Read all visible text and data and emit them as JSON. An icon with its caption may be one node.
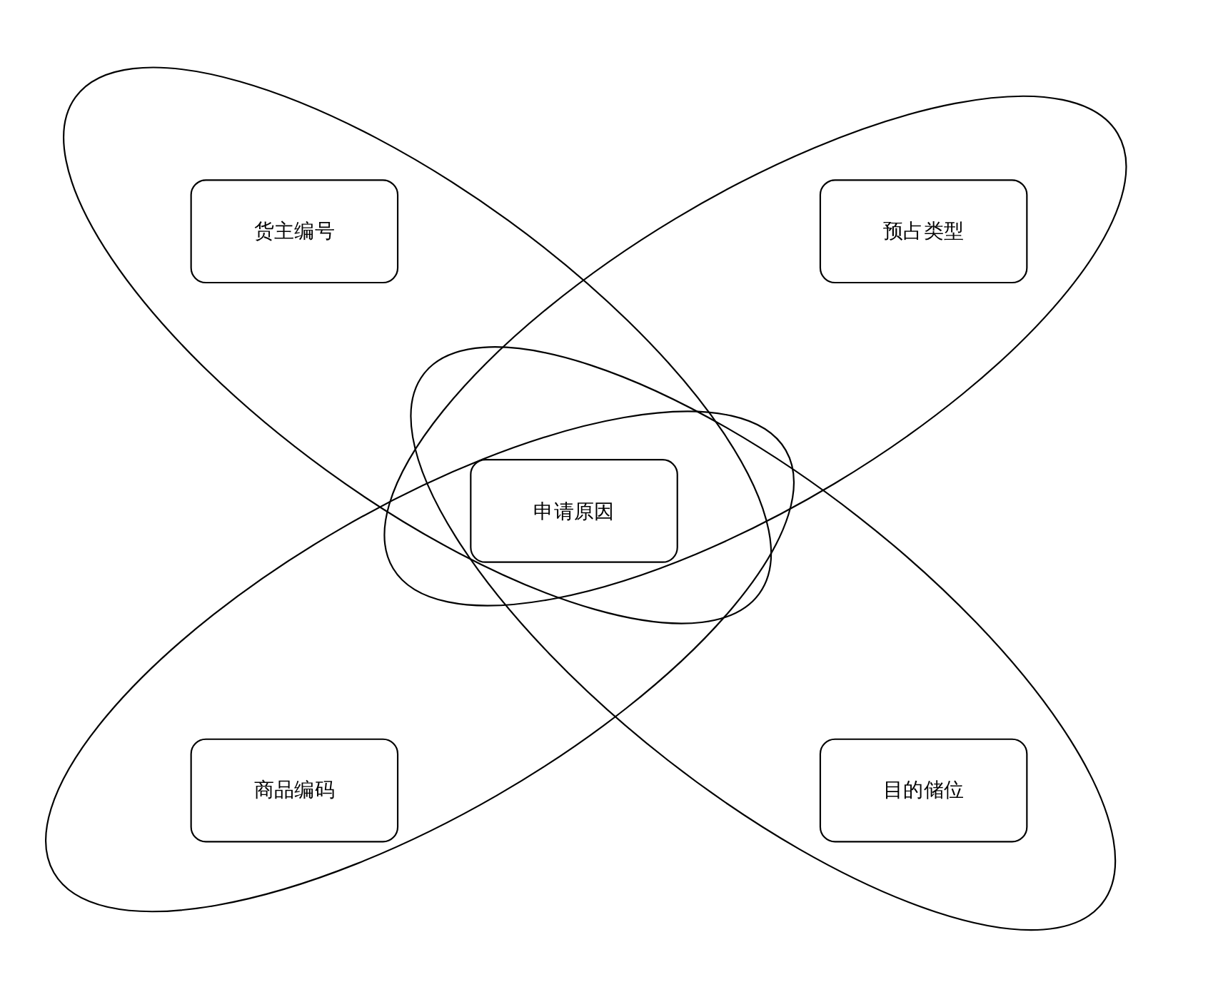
{
  "diagram": {
    "nodes": [
      {
        "text": [],
        "shape": "ellipse"
      },
      {
        "text": [
          "货主编号"
        ],
        "in": 0
      },
      {
        "text": [],
        "shape": "ellipse"
      },
      {
        "text": [
          "预占类型"
        ],
        "in": 2
      },
      {
        "text": [
          "申请原因"
        ]
      },
      {
        "text": [],
        "shape": "ellipse"
      },
      {
        "text": [
          "商品编码"
        ],
        "in": 5
      },
      {
        "text": [],
        "shape": "ellipse"
      },
      {
        "text": [
          "目的储位"
        ],
        "in": 7
      }
    ],
    "edges": []
  }
}
